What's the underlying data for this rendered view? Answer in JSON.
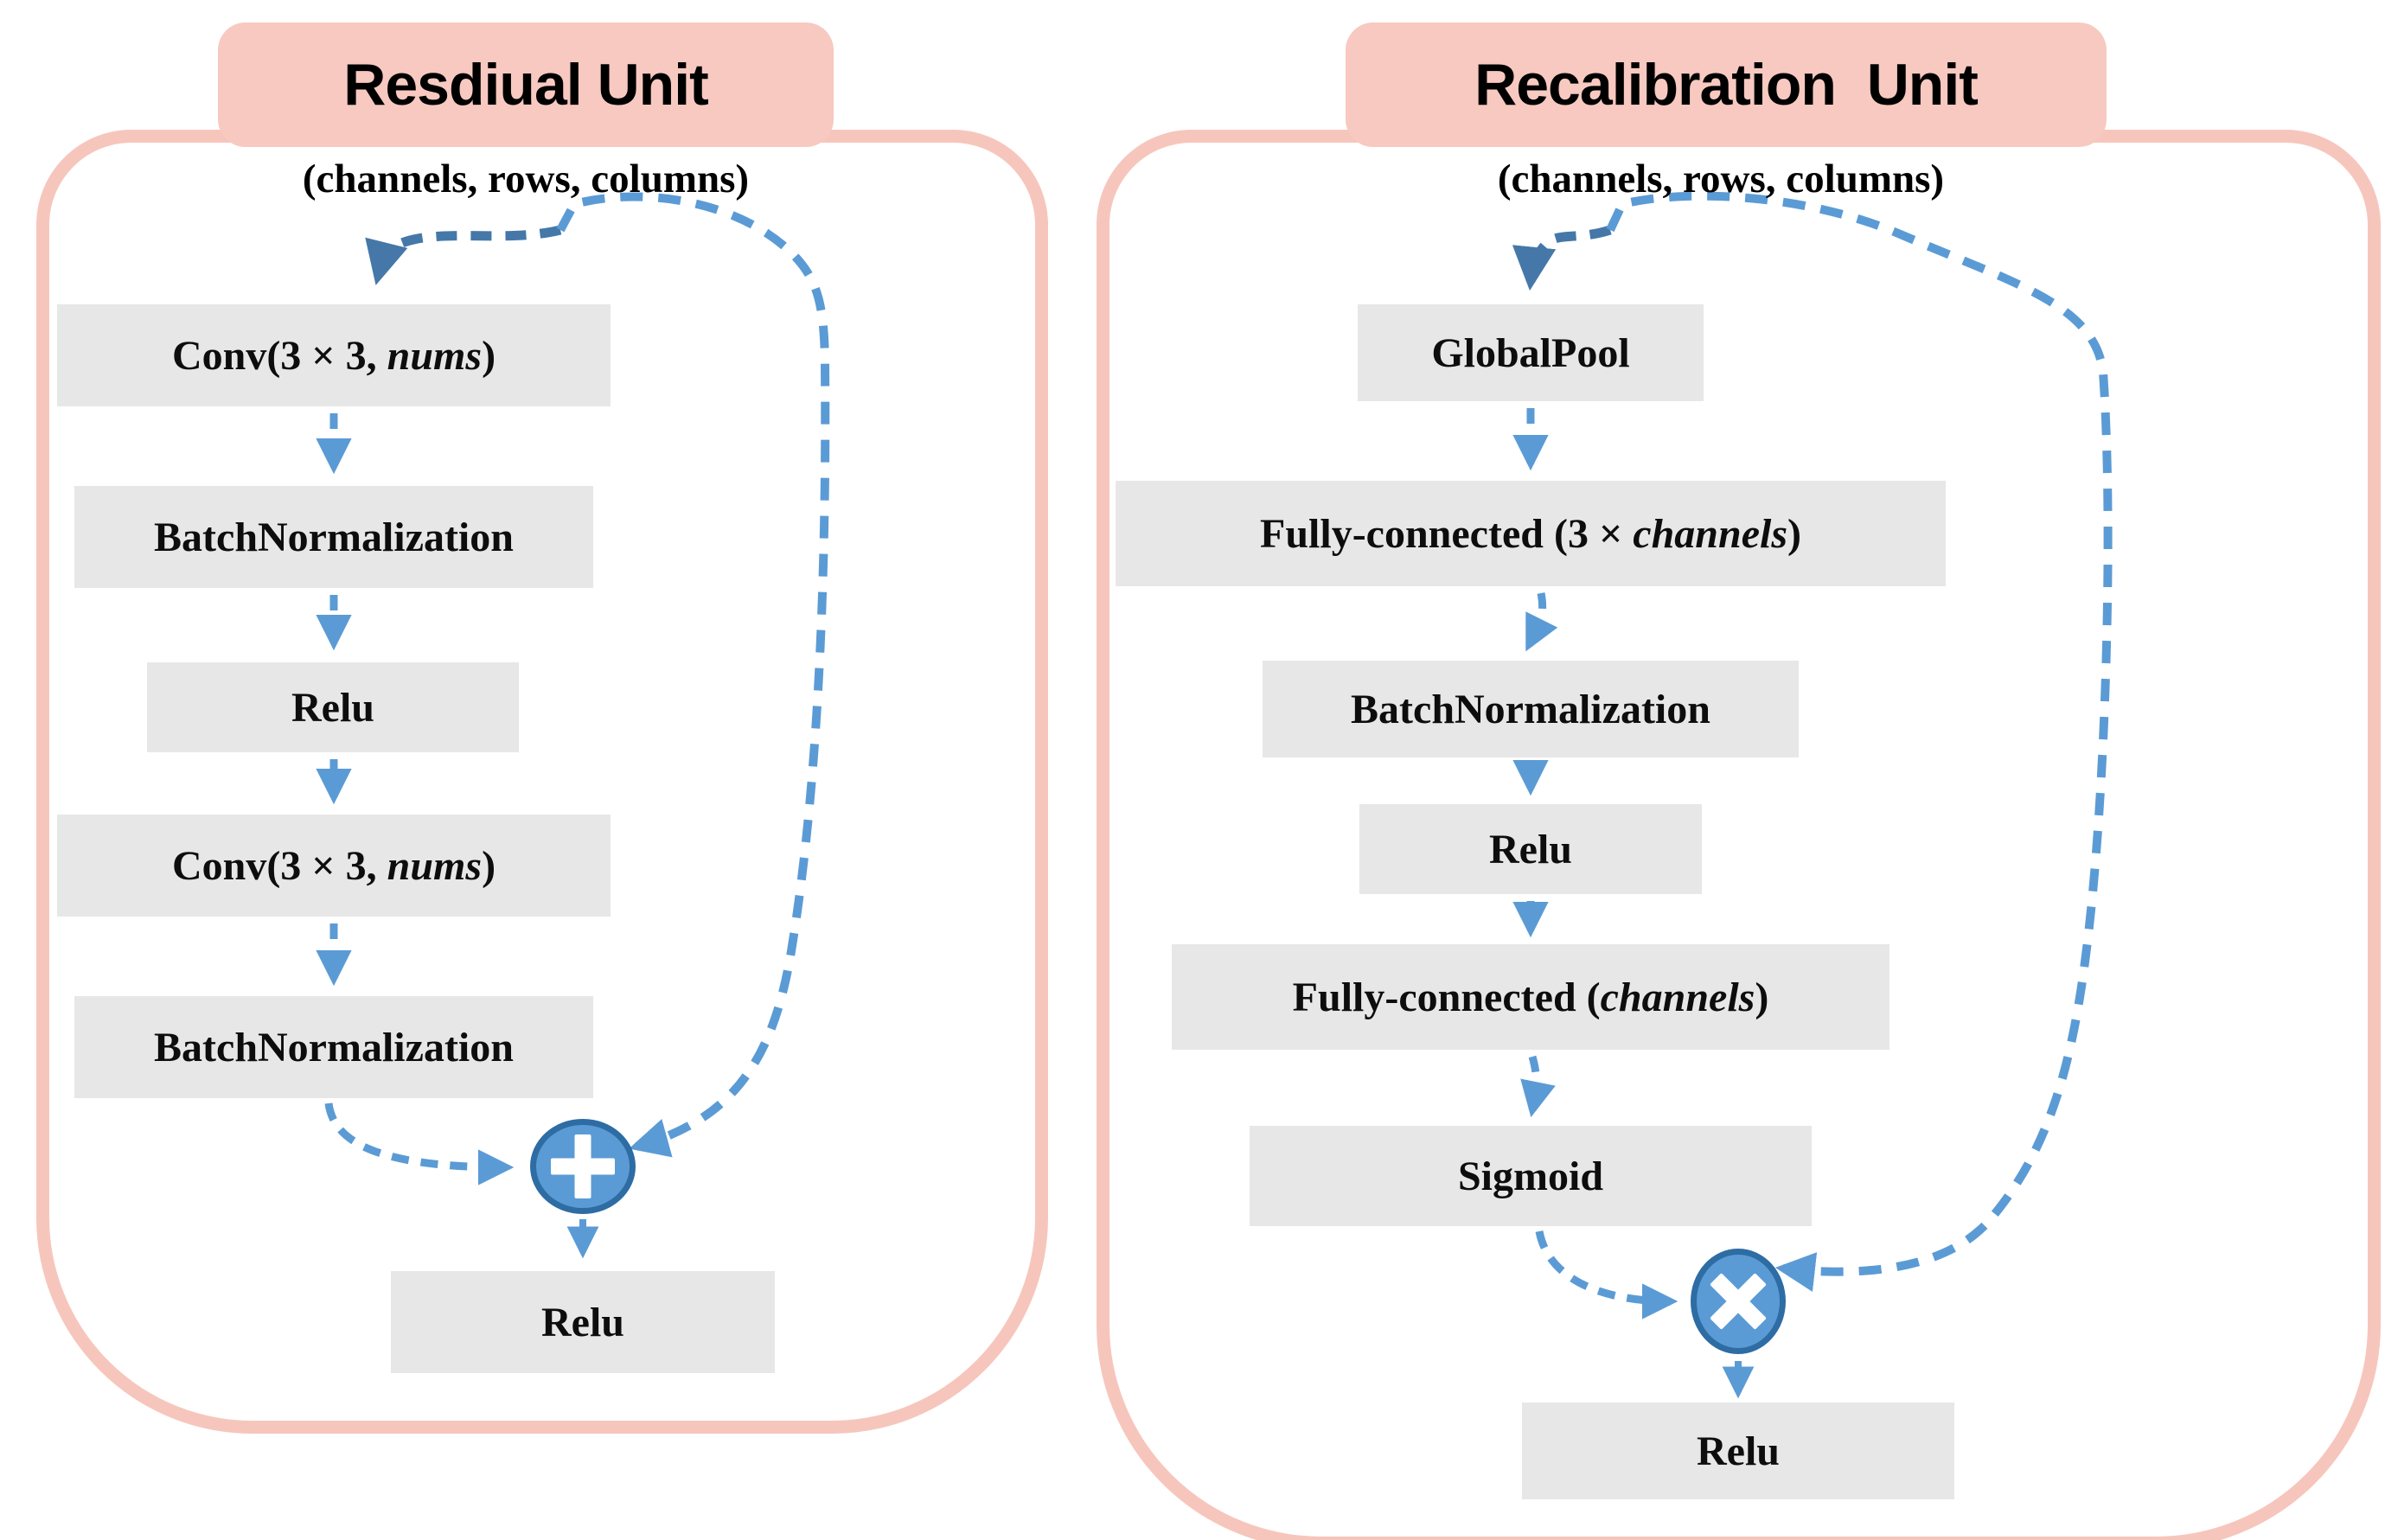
{
  "left_panel": {
    "title": "Resdiual Unit",
    "subtitle": "(channels, rows, columns)",
    "boxes": {
      "conv1": {
        "runs": [
          {
            "t": "Conv(3 × 3, "
          },
          {
            "t": "nums",
            "i": true
          },
          {
            "t": ")"
          }
        ]
      },
      "batchnorm1": {
        "runs": [
          {
            "t": "BatchNormalization"
          }
        ]
      },
      "relu1": {
        "runs": [
          {
            "t": "Relu"
          }
        ]
      },
      "conv2": {
        "runs": [
          {
            "t": "Conv(3 × 3, "
          },
          {
            "t": "nums",
            "i": true
          },
          {
            "t": ")"
          }
        ]
      },
      "batchnorm2": {
        "runs": [
          {
            "t": "BatchNormalization"
          }
        ]
      },
      "relu_out": {
        "runs": [
          {
            "t": "Relu"
          }
        ]
      }
    },
    "operator": {
      "name": "add",
      "symbol": "+"
    }
  },
  "right_panel": {
    "title": "Recalibration  Unit",
    "subtitle": "(channels, rows, columns)",
    "boxes": {
      "globalpool": {
        "runs": [
          {
            "t": "GlobalPool"
          }
        ]
      },
      "fc3": {
        "runs": [
          {
            "t": "Fully-connected (3 × "
          },
          {
            "t": "channels",
            "i": true
          },
          {
            "t": ")"
          }
        ]
      },
      "batchnorm": {
        "runs": [
          {
            "t": "BatchNormalization"
          }
        ]
      },
      "relu": {
        "runs": [
          {
            "t": "Relu"
          }
        ]
      },
      "fcc": {
        "runs": [
          {
            "t": "Fully-connected ("
          },
          {
            "t": "channels",
            "i": true
          },
          {
            "t": ")"
          }
        ]
      },
      "sigmoid": {
        "runs": [
          {
            "t": "Sigmoid"
          }
        ]
      },
      "relu_out": {
        "runs": [
          {
            "t": "Relu"
          }
        ]
      }
    },
    "operator": {
      "name": "multiply",
      "symbol": "×"
    }
  },
  "colors": {
    "panel_pink": "#f6c6bc",
    "banner_pink": "#f7c9c0",
    "box_gray": "#e8e7e7",
    "arrow_blue": "#5b9bd5",
    "arrow_blue_dark": "#4578a9",
    "operator_fill": "#5b9bd5",
    "operator_stroke": "#2e6ca4"
  }
}
